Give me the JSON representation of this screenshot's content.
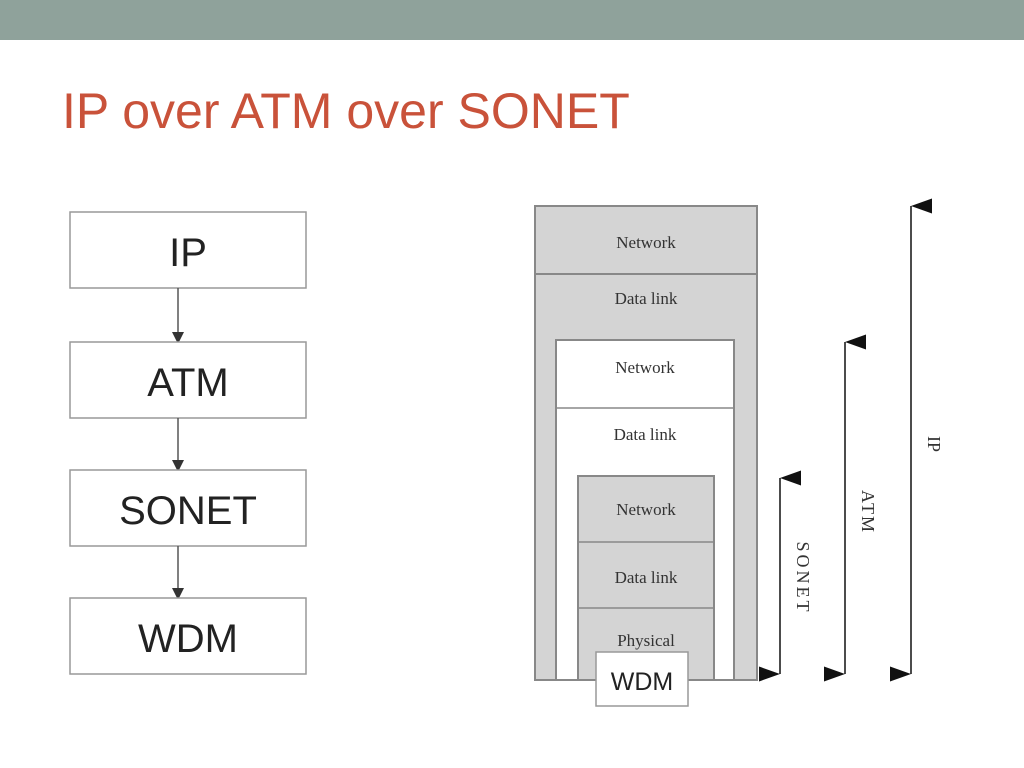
{
  "slide": {
    "title": "IP over ATM over SONET"
  },
  "colors": {
    "top_bar": "#8fa29b",
    "title": "#c9523a",
    "layer_fill": "#d4d4d4"
  },
  "flow": {
    "boxes": [
      "IP",
      "ATM",
      "SONET",
      "WDM"
    ]
  },
  "stack": {
    "ip_layer": {
      "top": "Network",
      "bottom": "Data link"
    },
    "atm_layer": {
      "top": "Network",
      "bottom": "Data link"
    },
    "sonet_layer": {
      "top": "Network",
      "middle": "Data link",
      "bottom": "Physical"
    },
    "wdm_label": "WDM",
    "span_labels": {
      "sonet": "SONET",
      "atm": "ATM",
      "ip": "IP"
    }
  }
}
